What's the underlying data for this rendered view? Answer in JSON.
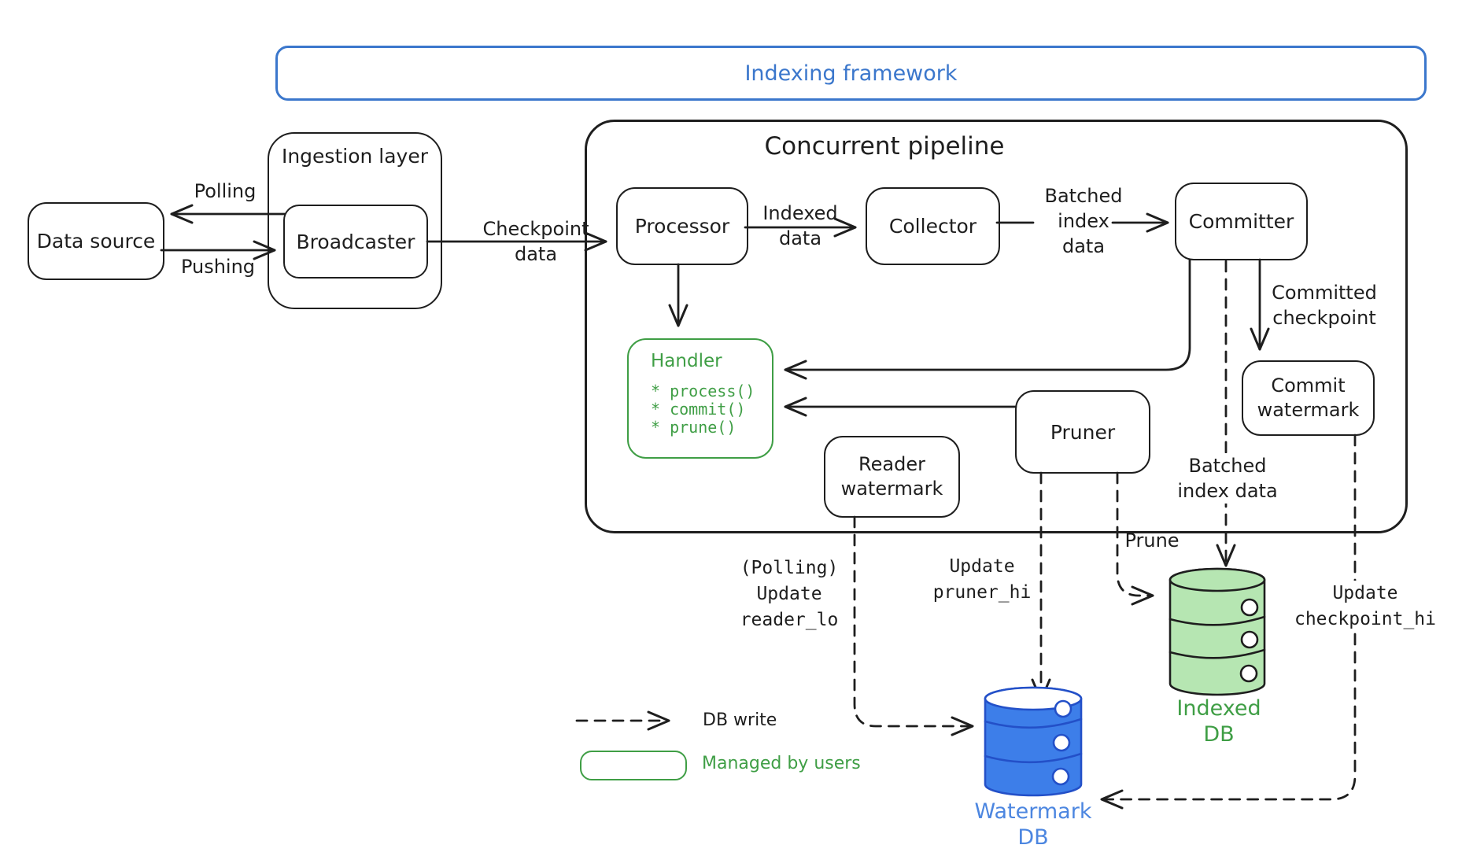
{
  "banner": {
    "title": "Indexing framework"
  },
  "nodes": {
    "data_source": "Data source",
    "ingestion_layer": "Ingestion layer",
    "broadcaster": "Broadcaster",
    "pipeline": "Concurrent pipeline",
    "processor": "Processor",
    "collector": "Collector",
    "committer": "Committer",
    "handler_title": "Handler",
    "handler_methods": [
      "* process()",
      "* commit()",
      "* prune()"
    ],
    "reader_watermark": "Reader\nwatermark",
    "pruner": "Pruner",
    "commit_watermark": "Commit\nwatermark"
  },
  "edges": {
    "polling": "Polling",
    "pushing": "Pushing",
    "checkpoint_data": "Checkpoint\ndata",
    "indexed_data": "Indexed\ndata",
    "batched_index_data_top": "Batched\nindex\ndata",
    "committed_checkpoint": "Committed\ncheckpoint",
    "batched_index_data_bottom": "Batched\nindex data",
    "prune": "Prune",
    "update_pruner_hi": "Update\npruner_hi",
    "polling_update_reader_lo": "(Polling)\nUpdate\nreader_lo",
    "update_checkpoint_hi": "Update\ncheckpoint_hi"
  },
  "databases": {
    "watermark_db": "Watermark\nDB",
    "indexed_db": "Indexed\nDB"
  },
  "legend": {
    "db_write": "DB write",
    "managed_by_users": "Managed by users"
  },
  "colors": {
    "ink": "#1e1e1e",
    "framework_blue": "#3b77cc",
    "user_green": "#3f9e45",
    "watermark_db_fill": "#3d7ee9",
    "watermark_db_stroke": "#2350c8",
    "watermark_db_text": "#4c86e0",
    "indexed_db_fill": "#b6e6b2",
    "indexed_db_text": "#3f9e45"
  }
}
